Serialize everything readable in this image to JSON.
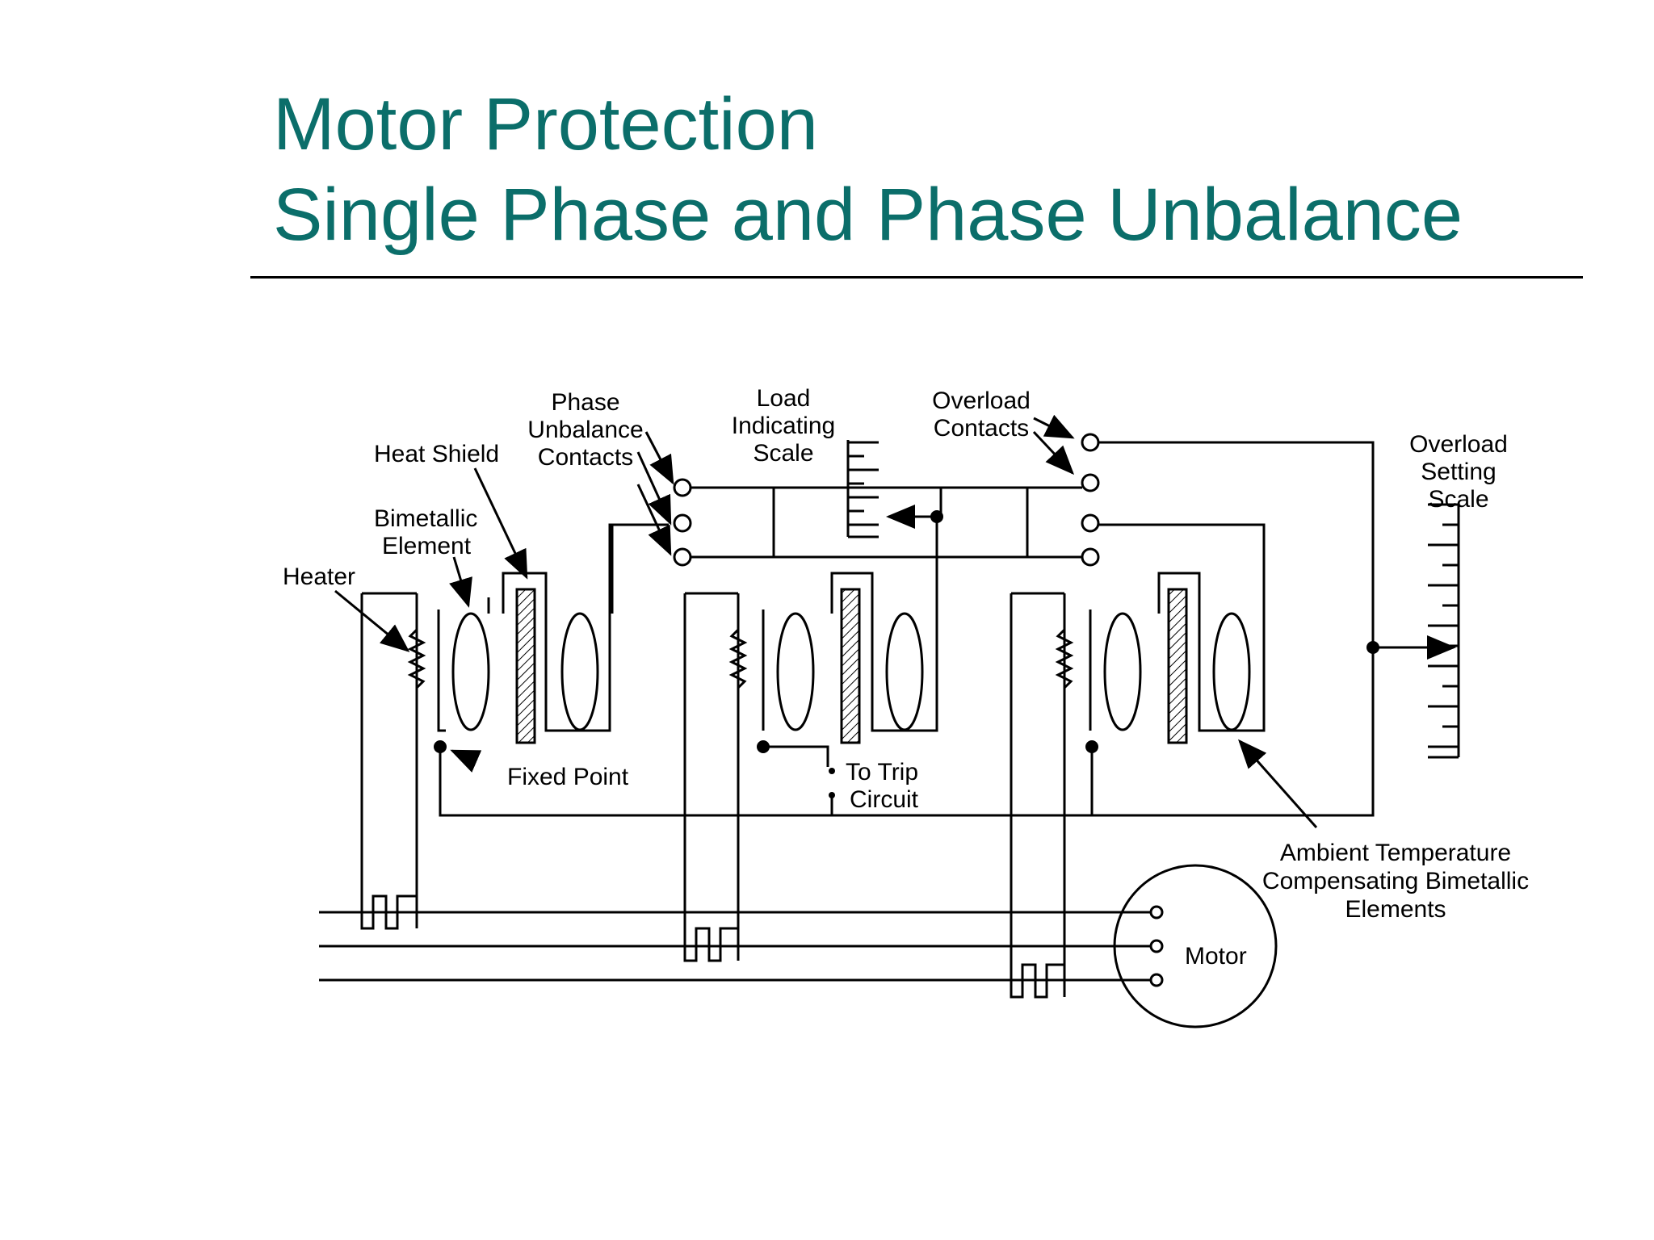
{
  "slide": {
    "title_line1": "Motor Protection",
    "title_line2": "Single Phase and Phase Unbalance",
    "accent_color": "#0b6e6a"
  },
  "diagram": {
    "labels": {
      "phase": "Phase",
      "unbalance": "Unbalance",
      "contacts": "Contacts",
      "load": "Load",
      "indicating": "Indicating",
      "scale": "Scale",
      "overload": "Overload",
      "overload_contacts": "Contacts",
      "heat_shield": "Heat Shield",
      "bimetallic": "Bimetallic",
      "element": "Element",
      "heater": "Heater",
      "setting_overload": "Overload",
      "setting": "Setting",
      "setting_scale": "Scale",
      "fixed_point": "Fixed Point",
      "to_trip": "To Trip",
      "circuit": "Circuit",
      "ambient1": "Ambient Temperature",
      "ambient2": "Compensating Bimetallic",
      "ambient3": "Elements",
      "motor": "Motor"
    }
  }
}
